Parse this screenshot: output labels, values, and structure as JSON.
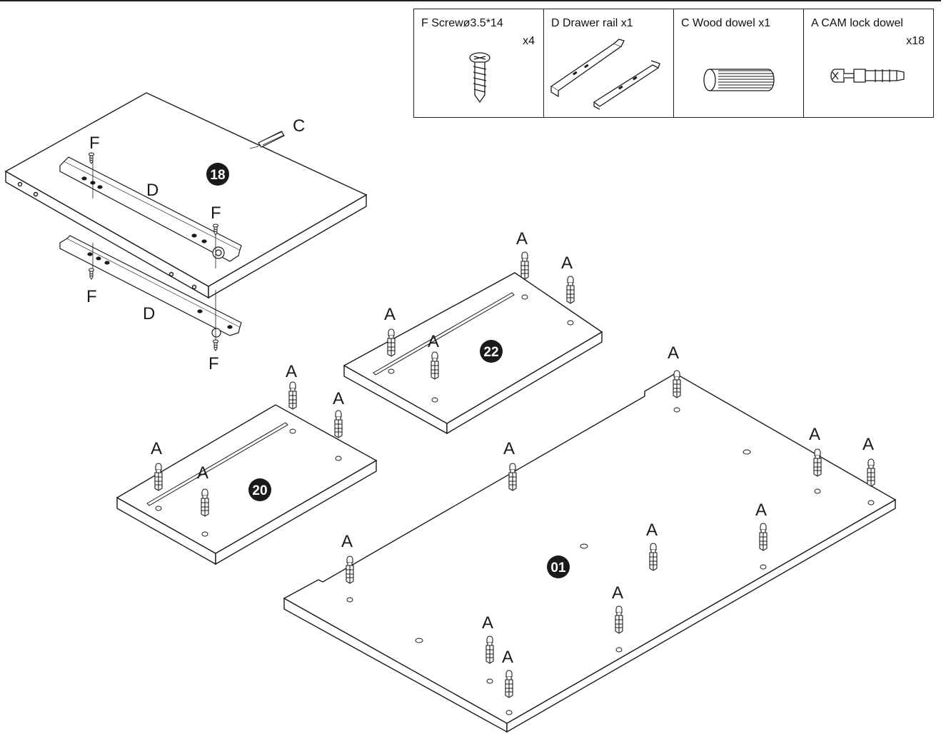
{
  "hardware": [
    {
      "code": "F",
      "label": "F Screwø3.5*14",
      "qty": "x4",
      "icon": "screw-icon"
    },
    {
      "code": "D",
      "label": "D  Drawer rail x1",
      "qty": "",
      "icon": "drawer-rail-icon"
    },
    {
      "code": "C",
      "label": "C  Wood dowel x1",
      "qty": "",
      "icon": "wood-dowel-icon"
    },
    {
      "code": "A",
      "label": "A  CAM lock dowel",
      "qty": "x18",
      "icon": "cam-lock-dowel-icon"
    }
  ],
  "panels": {
    "p18": "18",
    "p22": "22",
    "p20": "20",
    "p01": "01"
  },
  "callouts": {
    "A": "A",
    "C": "C",
    "D": "D",
    "F": "F"
  },
  "colors": {
    "line": "#1a1a1a",
    "panel_fill": "#ffffff",
    "badge": "#1a1a1a"
  }
}
